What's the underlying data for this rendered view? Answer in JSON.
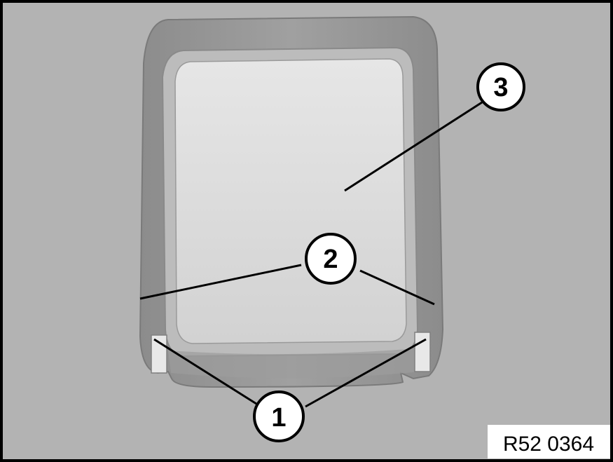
{
  "figure": {
    "code": "R52 0364",
    "colors": {
      "background": "#b3b3b3",
      "frame_border": "#000000",
      "cover_outer": "#8f8f8f",
      "cover_mid": "#a9a9a9",
      "panel": "#dcdcdc",
      "callout_fill": "#ffffff",
      "leader": "#000000"
    }
  },
  "callouts": [
    {
      "id": "1",
      "label": "1"
    },
    {
      "id": "2",
      "label": "2"
    },
    {
      "id": "3",
      "label": "3"
    }
  ]
}
